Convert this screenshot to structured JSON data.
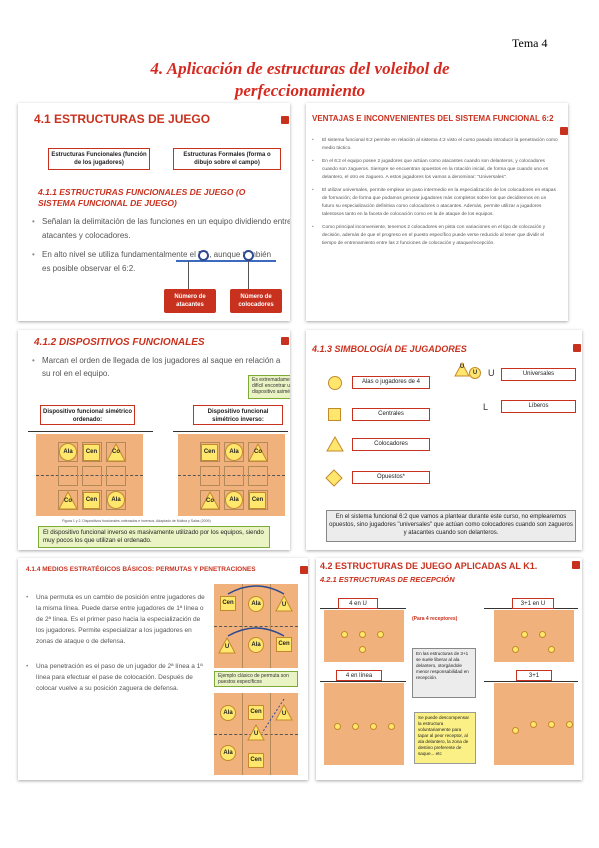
{
  "header": {
    "tema": "Tema 4",
    "title_line1": "4. Aplicación de estructuras del voleibol de",
    "title_line2": "perfeccionamiento"
  },
  "colors": {
    "accent": "#c9311f",
    "court": "#f0b17c",
    "note_green": "#eaf3c4",
    "player_yellow": "#ffe66d"
  },
  "s1": {
    "title": "4.1 ESTRUCTURAS DE JUEGO",
    "box1": "Estructuras Funcionales (función de los jugadores)",
    "box2": "Estructuras Formales (forma o dibujo sobre el campo)",
    "subtitle": "4.1.1 ESTRUCTURAS FUNCIONALES DE JUEGO (O SISTEMA FUNCIONAL DE JUEGO)",
    "bullets": [
      "Señalan la delimitación de las funciones en un equipo dividiendo entre atacantes y colocadores.",
      "En alto nivel se utiliza fundamentalmente el 5:1, aunque también es posible observar el 6:2."
    ],
    "label_a": "Número de atacantes",
    "label_b": "Número de colocadores"
  },
  "s2": {
    "title": "VENTAJAS E INCONVENIENTES DEL SISTEMA FUNCIONAL 6:2",
    "bullets": [
      "El sistema funcional 6:2 permite en relación al sistema 4:2 visto el curso pasado introducir la penetración como medio táctico.",
      "En el 6:2 el equipo posee 2 jugadores que actúan como atacantes cuando son delanteros, y colocadores cuando son zagueros. Siempre se encuentran opuestos en la rotación inicial, de forma que cuando uno es delantero, el otro es zaguero. A estos jugadores los vamos a denominar: \"Universales\".",
      "El utilizar universales, permite emplear un paso intermedio en la especialización de los colocadores en etapas de formación; de forma que podamos generar jugadores más completos sobre los que decidiremos en un futuro su especialización definitiva como colocadores o atacantes. Además, permite utilizar a jugadores talentosos tanto en la faceta de colocación como en la de ataque de los equipos.",
      "Como principal inconveniente, tenemos 2 colocadores en pista con variaciones en el tipo de colocación y decisión, además de que el progreso en el puesto específico puede verse reducido al tener que dividir el tiempo de entrenamiento entre las 2 funciones de colocación y ataque/recepción."
    ]
  },
  "s3": {
    "title": "4.1.2 DISPOSITIVOS FUNCIONALES",
    "bullet": "Marcan el orden de llegada de los jugadores al saque en relación a su rol en el equipo.",
    "note": "Es extremadamente difícil encontrar un dispositivo asimétrico.",
    "court1_title": "Dispositivo funcional simétrico  ordenado:",
    "court2_title_a": "Dispositivo funcional",
    "court2_title_b": "simétrico inverso:",
    "caption": "Figura 1 y 2. Dispositivos funcionales ordenados e inversos. Adaptado de Molina y Salas (2009)",
    "bottom_note": "El dispositivo funcional inverso es masivamente utilizado por los equipos, siendo muy pocos los que utilizan el ordenado.",
    "court1_cells": [
      "Ala",
      "Cen",
      "Co",
      "Co",
      "Cen",
      "Ala"
    ],
    "court2_cells": [
      "Cen",
      "Ala",
      "Co",
      "Co",
      "Ala",
      "Cen"
    ]
  },
  "s4": {
    "title": "4.1.3 SIMBOLOGÍA DE JUGADORES",
    "items": [
      "Alas o jugadores de 4",
      "Centrales",
      "Colocadores",
      "Opuestos*"
    ],
    "univ_label": "Universales",
    "lib_letter": "L",
    "lib_label": "Líberos",
    "u_letter": "U",
    "note": "En el sistema funcional 6:2 que vamos a plantear durante este curso, no emplearemos opuestos, sino jugadores \"universales\" que actúan como colocadores cuando son zagueros y atacantes cuando son delanteros."
  },
  "s5": {
    "title": "4.1.4 MEDIOS ESTRATÉGICOS BÁSICOS: PERMUTAS Y PENETRACIONES",
    "bullets": [
      "Una permuta es un cambio de posición entre jugadores de la misma línea. Puede darse entre jugadores de 1ª línea o de 2ª línea. Es el primer paso hacia la especialización de los jugadores. Permite especializar a los jugadores en zonas de ataque o de defensa.",
      "Una penetración es el paso de un jugador de 2ª línea a 1ª línea para efectuar el pase de colocación. Después de colocar vuelve a su posición zaguera de defensa."
    ],
    "note": "Ejemplo clásico de permuta son puestos específicos",
    "court1": [
      "Cen",
      "Ala",
      "U",
      "U",
      "Ala",
      "Cen"
    ],
    "court2": [
      "Ala",
      "Cen",
      "U",
      "Ala",
      "U",
      "Cen"
    ]
  },
  "s6": {
    "title": "4.2 ESTRUCTURAS DE JUEGO APLICADAS AL K1.",
    "subtitle": "4.2.1 ESTRUCTURAS DE RECEPCIÓN",
    "c1": "4 en U",
    "c2": "3+1 en U",
    "c3": "4 en línea",
    "c4": "3+1",
    "para4": "(Para 4 receptores)",
    "grey_note": "En las estructuras de 3+1 se suele liberar al ala delantero, otorgándole menor responsabilidad en recepción.",
    "yellow_note": "Se puede descompensar la estructura voluntariamente para tapar al peor receptor, al ala delantero, la zona de destino preferente de saque... etc"
  }
}
